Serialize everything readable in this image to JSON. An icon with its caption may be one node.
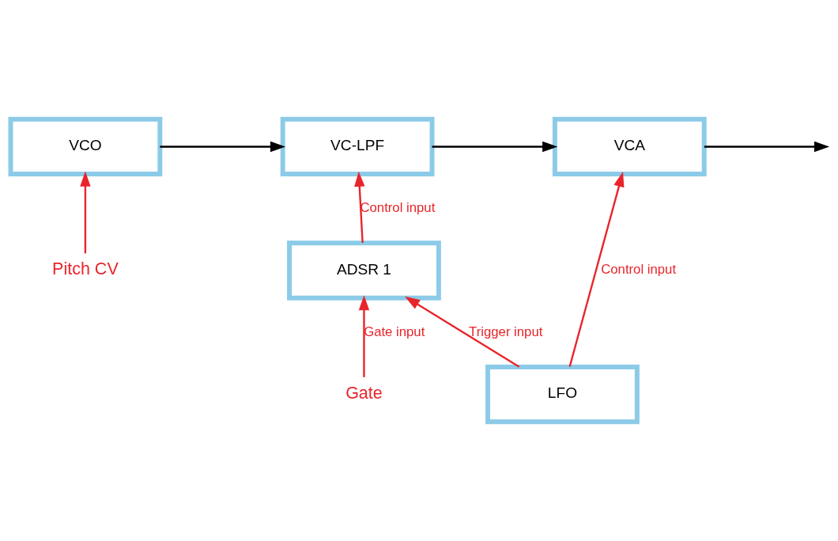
{
  "diagram": {
    "nodes": [
      {
        "text": [
          "VCO"
        ]
      },
      {
        "text": [
          "VC-LPF"
        ]
      },
      {
        "text": [
          "VCA"
        ]
      },
      {
        "text": [
          "ADSR 1"
        ]
      },
      {
        "text": [
          "LFO"
        ]
      },
      {
        "text": [
          "Pitch CV"
        ]
      },
      {
        "text": [
          "Gate"
        ]
      }
    ],
    "edges": [
      {
        "from": 0,
        "to": 1,
        "arrow": "to",
        "color": "#000000"
      },
      {
        "from": 1,
        "to": 2,
        "arrow": "to",
        "color": "#000000"
      },
      {
        "from": 2,
        "to": null,
        "arrow": "to",
        "color": "#000000"
      },
      {
        "from": 5,
        "to": 0,
        "arrow": "to"
      },
      {
        "from": 3,
        "to": 1,
        "arrow": "to",
        "label": "Control input"
      },
      {
        "from": 4,
        "to": 2,
        "arrow": "to",
        "label": "Control input"
      },
      {
        "from": 4,
        "to": 3,
        "arrow": "to",
        "label": "Trigger input"
      },
      {
        "from": 6,
        "to": 3,
        "arrow": "to",
        "label": "Gate input"
      }
    ]
  }
}
